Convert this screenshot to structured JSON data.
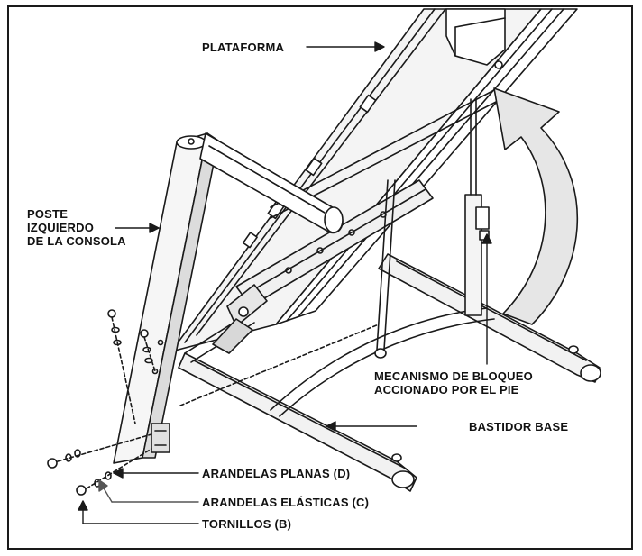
{
  "callouts": {
    "plataforma": "PLATAFORMA",
    "poste": [
      "POSTE",
      "IZQUIERDO",
      "DE LA CONSOLA"
    ],
    "mecanismo": [
      "MECANISMO DE BLOQUEO",
      "ACCIONADO POR EL PIE"
    ],
    "bastidor": "BASTIDOR BASE",
    "arandelas_planas": "ARANDELAS PLANAS (D)",
    "arandelas_elasticas": "ARANDELAS ELÁSTICAS (C)",
    "tornillos": "TORNILLOS (B)"
  },
  "colors": {
    "line": "#1a1a1a",
    "arrow_fill": "#e6e6e6",
    "metal_fill": "#f2f2f2",
    "shadow": "#c8c8c8"
  }
}
